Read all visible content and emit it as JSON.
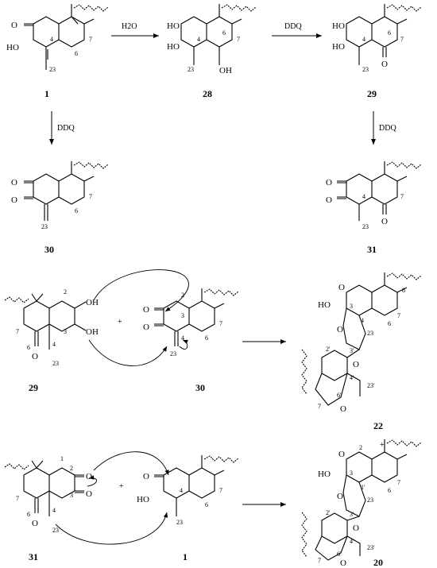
{
  "reagents": {
    "hydration": "H2O",
    "ox1": "DDQ",
    "ox2": "DDQ",
    "ox3": "DDQ"
  },
  "compounds": [
    "1",
    "28",
    "29",
    "30",
    "31",
    "29",
    "30",
    "22",
    "31",
    "1",
    "20"
  ],
  "plus": "+",
  "labels": {
    "c1": {
      "ho": "HO",
      "o": "O",
      "n4": "4",
      "n23": "23",
      "n7": "7",
      "n6": "6"
    },
    "c28": {
      "ho1": "HO",
      "ho2": "HO",
      "oh": "OH",
      "n4": "4",
      "n23": "23",
      "n6": "6",
      "n7": "7"
    },
    "c29": {
      "ho1": "HO",
      "ho2": "HO",
      "n4": "4",
      "n23": "23",
      "n6": "6",
      "n7": "7",
      "o": "O"
    },
    "c30": {
      "o1": "O",
      "o2": "O",
      "n7": "7",
      "n6": "6",
      "n23": "23"
    },
    "c31": {
      "o1": "O",
      "o2": "O",
      "n4": "4",
      "n23": "23",
      "n7": "7",
      "o3": "O"
    },
    "m29": {
      "n2": "2",
      "oh1": "OH",
      "n3": "3",
      "oh2": "OH",
      "n7": "7",
      "n6": "6",
      "n4": "4",
      "n23": "23",
      "o": "O"
    },
    "m30": {
      "o1": "O",
      "n2": "2",
      "n3": "3",
      "o2": "O",
      "n4": "4",
      "n6": "6",
      "n7": "7",
      "n23": "23"
    },
    "c22": {
      "o1": "O",
      "ho": "HO",
      "n3": "3",
      "o2": "O",
      "n4": "4",
      "n8": "8",
      "n7": "7",
      "n6": "6",
      "n23": "23",
      "n2p": "2'",
      "n3p": "3'",
      "o3": "O",
      "n4p": "4'",
      "n23p": "23'",
      "n6p": "6'",
      "n7b": "7",
      "o4": "O"
    },
    "m31": {
      "n1": "1",
      "n2": "2",
      "o1": "O",
      "n3": "3",
      "o2": "O",
      "n6": "6",
      "n7": "7",
      "n4": "4",
      "n23": "23",
      "o3": "O"
    },
    "m1": {
      "o": "O",
      "ho": "HO",
      "n4": "4",
      "n23": "23",
      "n6": "6",
      "n7": "7"
    },
    "c20": {
      "ho": "HO",
      "o1": "O",
      "n2": "2",
      "n3": "3",
      "o2": "O",
      "n1p": "1'",
      "n23": "23",
      "n7": "7",
      "n6": "6",
      "n2p": "2'",
      "n3p": "3'",
      "o3": "O",
      "n4p": "4'",
      "n23p": "23'",
      "n6p": "6'",
      "n7b": "7",
      "o4": "O"
    }
  }
}
